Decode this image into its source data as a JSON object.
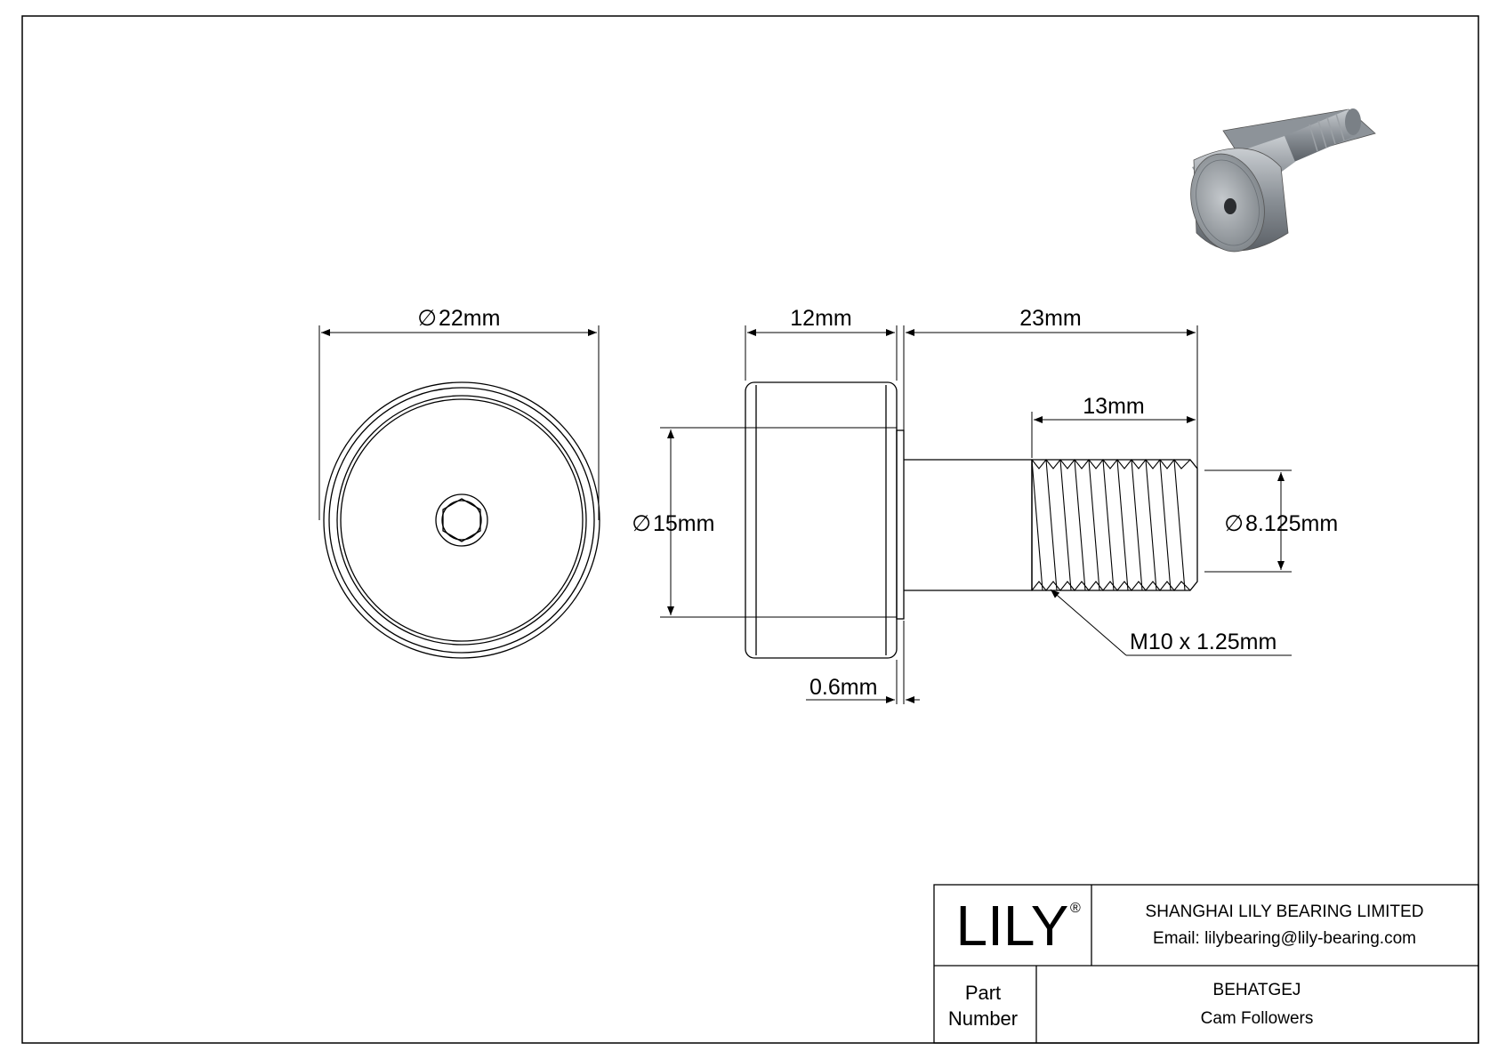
{
  "dimensions": {
    "outer_diameter": "22mm",
    "width": "12mm",
    "stud_length": "23mm",
    "thread_length": "13mm",
    "flange_diameter": "15mm",
    "thread_root_diameter": "8.125mm",
    "thread_spec": "M10 x 1.25mm",
    "flange_thickness": "0.6mm",
    "diameter_symbol": "∅"
  },
  "title_block": {
    "logo_text": "LILY",
    "logo_mark": "®",
    "company": "SHANGHAI LILY BEARING LIMITED",
    "email": "Email: lilybearing@lily-bearing.com",
    "part_label_line1": "Part",
    "part_label_line2": "Number",
    "part_number": "BEHATGEJ",
    "part_type": "Cam Followers"
  },
  "colors": {
    "line": "#000000",
    "background": "#ffffff",
    "render_metal": "#8a9096"
  }
}
